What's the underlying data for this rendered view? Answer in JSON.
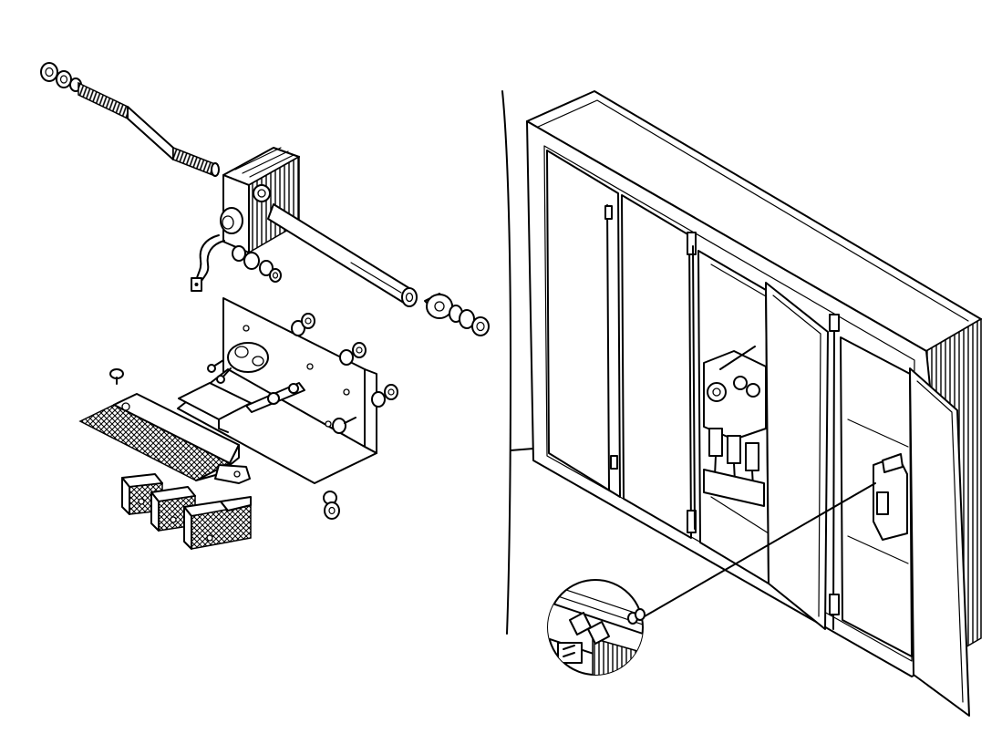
{
  "figure": {
    "line_color": "#000000",
    "background": "#ffffff",
    "left_view": "exploded-assembly",
    "right_view": "cabinet-with-open-doors",
    "detail_callout": "circular-magnified-inset"
  }
}
